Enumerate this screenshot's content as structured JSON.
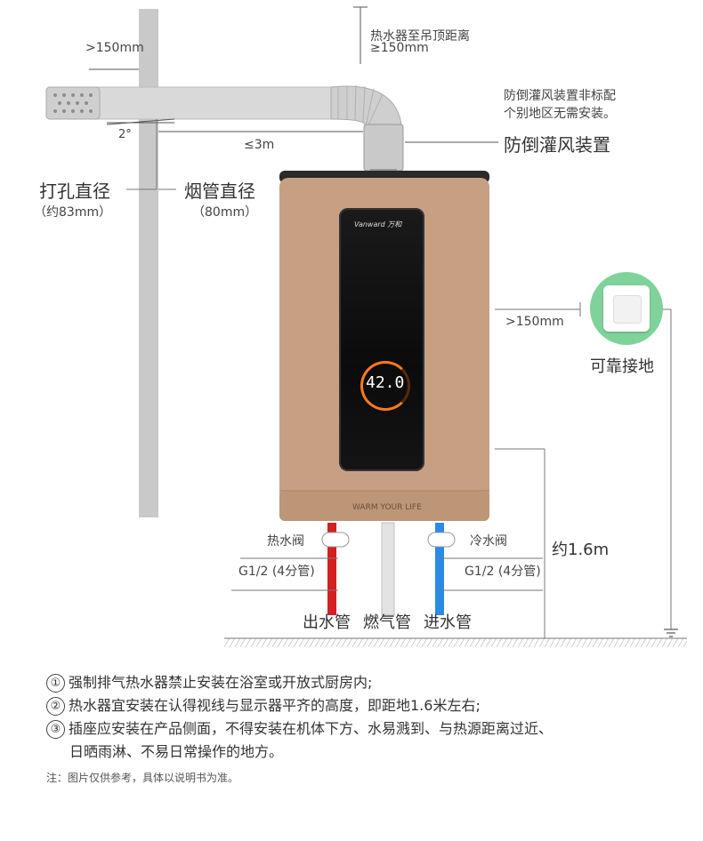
{
  "colors": {
    "heater_body": "#c7a083",
    "pipe": "#d9d9d9",
    "hot_pipe": "#d32020",
    "cold_pipe": "#2a8ae6",
    "outlet_bg": "#7fd39a"
  },
  "labels": {
    "wall_gap": ">150mm",
    "ceiling_title": "热水器至吊顶距离",
    "ceiling_value": "≥150mm",
    "angle": "2°",
    "pipe_len": "≤3m",
    "anti_note_1": "防倒灌风装置非标配",
    "anti_note_2": "个别地区无需安装。",
    "anti_device": "防倒灌风装置",
    "hole_title": "打孔直径",
    "hole_value": "（约83mm）",
    "flue_title": "烟管直径",
    "flue_value": "（80mm）",
    "side_gap": ">150mm",
    "outlet_label": "可靠接地",
    "brand": "Vanward 万和",
    "temp": "42.0",
    "warm": "WARM YOUR LIFE",
    "hot_valve": "热水阀",
    "cold_valve": "冷水阀",
    "g_left": "G1/2 (4分管)",
    "g_right": "G1/2 (4分管)",
    "height": "约1.6m",
    "pipe_out": "出水管",
    "pipe_gas": "燃气管",
    "pipe_in": "进水管"
  },
  "icons": {
    "outlet": "power-outlet-icon",
    "ground": "ground-symbol-icon"
  },
  "notes": [
    {
      "num": "①",
      "text": "强制排气热水器禁止安装在浴室或开放式厨房内;"
    },
    {
      "num": "②",
      "text": "热水器宜安装在认得视线与显示器平齐的高度，即距地1.6米左右;"
    },
    {
      "num": "③",
      "text": "插座应安装在产品侧面，不得安装在机体下方、水易溅到、与热源距离过近、"
    },
    {
      "num": "",
      "text": "日晒雨淋、不易日常操作的地方。"
    }
  ],
  "footnote": "注：图片仅供参考，具体以说明书为准。"
}
